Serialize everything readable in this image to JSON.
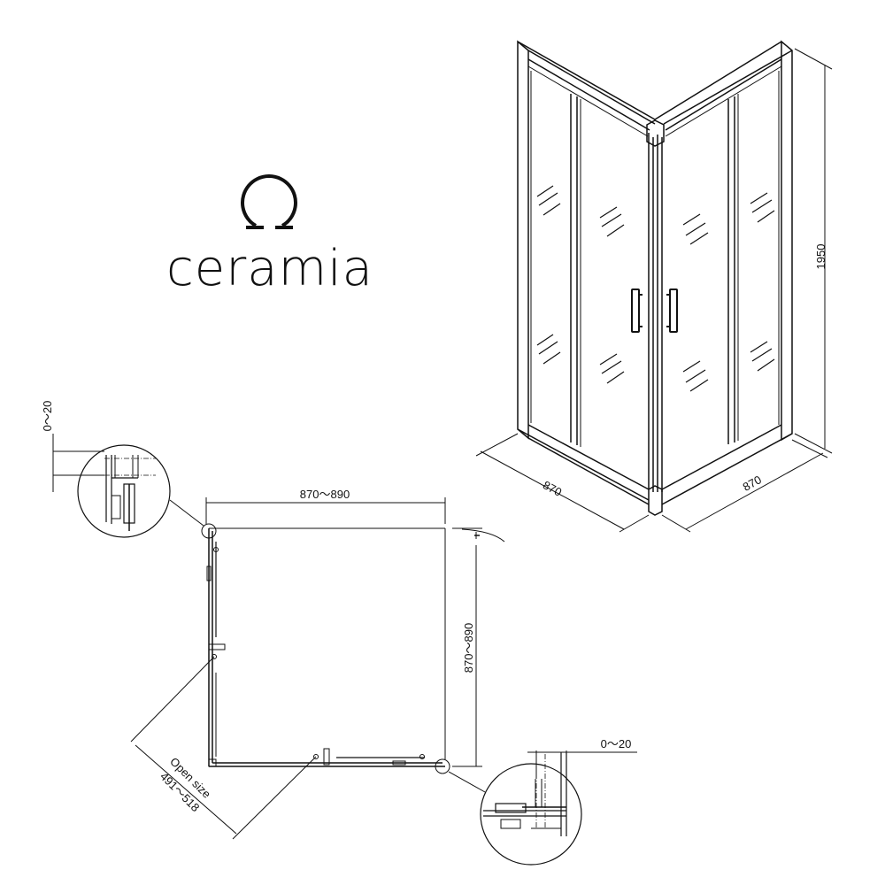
{
  "brand": {
    "name": "ceramia",
    "logo_icon": "omega-ring-logo"
  },
  "elevation_view": {
    "height_label": "1950",
    "width_left_label": "870",
    "width_right_label": "870"
  },
  "plan_view": {
    "top_dimension": "870～890",
    "side_dimension": "870～890",
    "open_size_line1": "Open size",
    "open_size_line2": "491～518",
    "detail_top_adjust": "0～20",
    "detail_bottom_adjust": "0～20"
  },
  "colors": {
    "line": "#111111",
    "background": "#ffffff"
  }
}
